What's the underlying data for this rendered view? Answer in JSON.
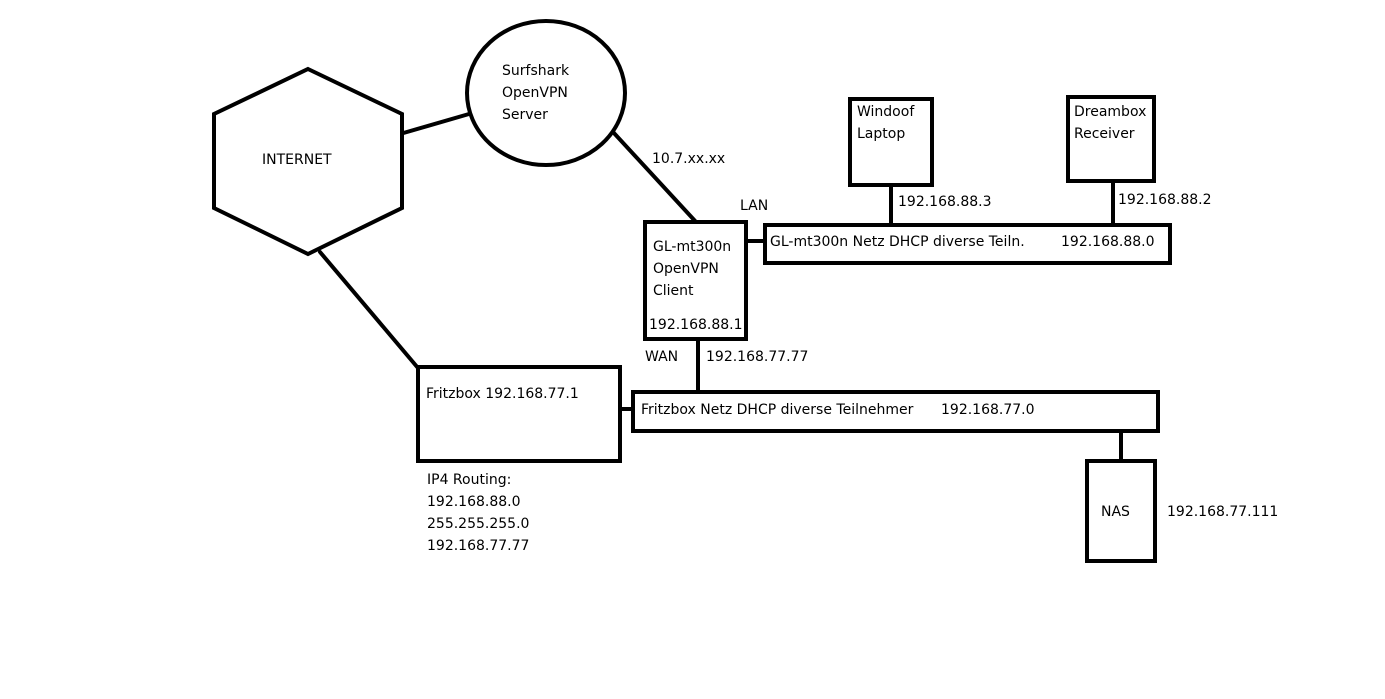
{
  "colors": {
    "background": "#ffffff",
    "stroke": "#000000"
  },
  "nodes": {
    "internet": {
      "label": "INTERNET"
    },
    "vpn_server": {
      "lines": [
        "Surfshark",
        "OpenVPN",
        "Server"
      ]
    },
    "glmt300n": {
      "lines": [
        "GL-mt300n",
        "OpenVPN",
        "Client"
      ],
      "ip": "192.168.88.1"
    },
    "windoof": {
      "lines": [
        "Windoof",
        "Laptop"
      ],
      "ip": "192.168.88.3"
    },
    "dreambox": {
      "lines": [
        "Dreambox",
        "Receiver"
      ],
      "ip": "192.168.88.2"
    },
    "gl_network": {
      "label": "GL-mt300n Netz DHCP diverse Teiln.",
      "ip": "192.168.88.0"
    },
    "fritzbox": {
      "label": "Fritzbox 192.168.77.1"
    },
    "fritz_network": {
      "label": "Fritzbox Netz DHCP  diverse Teilnehmer",
      "ip": "192.168.77.0"
    },
    "nas": {
      "label": "NAS",
      "ip": "192.168.77.111"
    }
  },
  "links": {
    "tunnel_ip": "10.7.xx.xx",
    "lan_label": "LAN",
    "wan_label": "WAN",
    "wan_ip": "192.168.77.77"
  },
  "routing": {
    "title": "IP4 Routing:",
    "network": "192.168.88.0",
    "netmask": "255.255.255.0",
    "gateway": "192.168.77.77"
  }
}
